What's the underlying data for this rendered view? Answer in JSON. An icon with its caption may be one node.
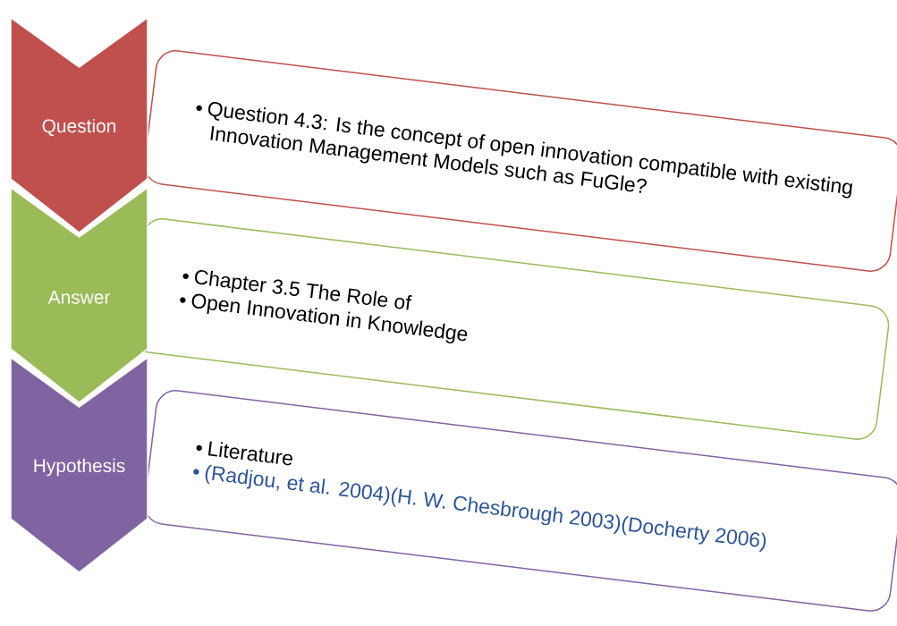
{
  "diagram": {
    "nodes": [
      {
        "text": [
          "Question"
        ]
      },
      {
        "text": [
          "Answer"
        ]
      },
      {
        "text": [
          "Hypothesis"
        ]
      },
      {
        "text": [
          "Question 4.3: Is the concept of open innovation compatible with existing Innovation Management Models such as FuGle?"
        ]
      },
      {
        "text": [
          "Chapter 3.5 The Role of",
          "Open Innovation in Knowledge"
        ]
      },
      {
        "text": [
          "Literature",
          "(Radjou, et al. 2004)(H. W. Chesbrough 2003)(Docherty 2006)"
        ]
      }
    ]
  }
}
